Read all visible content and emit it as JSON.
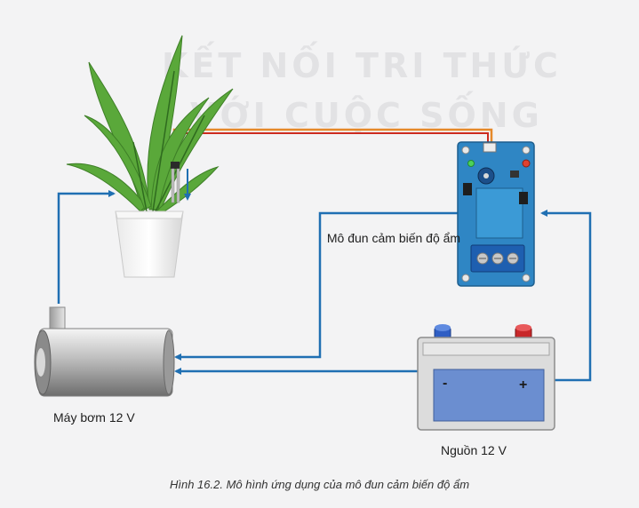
{
  "watermark": {
    "line1": "KẾT NỐI TRI THỨC",
    "line2": "VỚI CUỘC SỐNG"
  },
  "labels": {
    "module": "Mô đun cảm biến độ ẩm",
    "pump": "Máy bơm 12 V",
    "battery": "Nguồn 12 V",
    "battery_minus": "-",
    "battery_plus": "+"
  },
  "caption": "Hình 16.2. Mô hình ứng dụng của mô đun cảm biến độ ẩm",
  "colors": {
    "arrow": "#1f6fb2",
    "sensor_wire_orange": "#e5892a",
    "sensor_wire_red": "#cc2a1e",
    "module_board": "#2f86c4",
    "battery_body": "#dcdcdc",
    "battery_panel": "#6b8ed0",
    "leaf": "#5aa83a"
  },
  "icons": {
    "plant": "potted-plant-icon",
    "pump": "water-pump-icon",
    "battery": "battery-icon",
    "module": "relay-module-icon"
  }
}
